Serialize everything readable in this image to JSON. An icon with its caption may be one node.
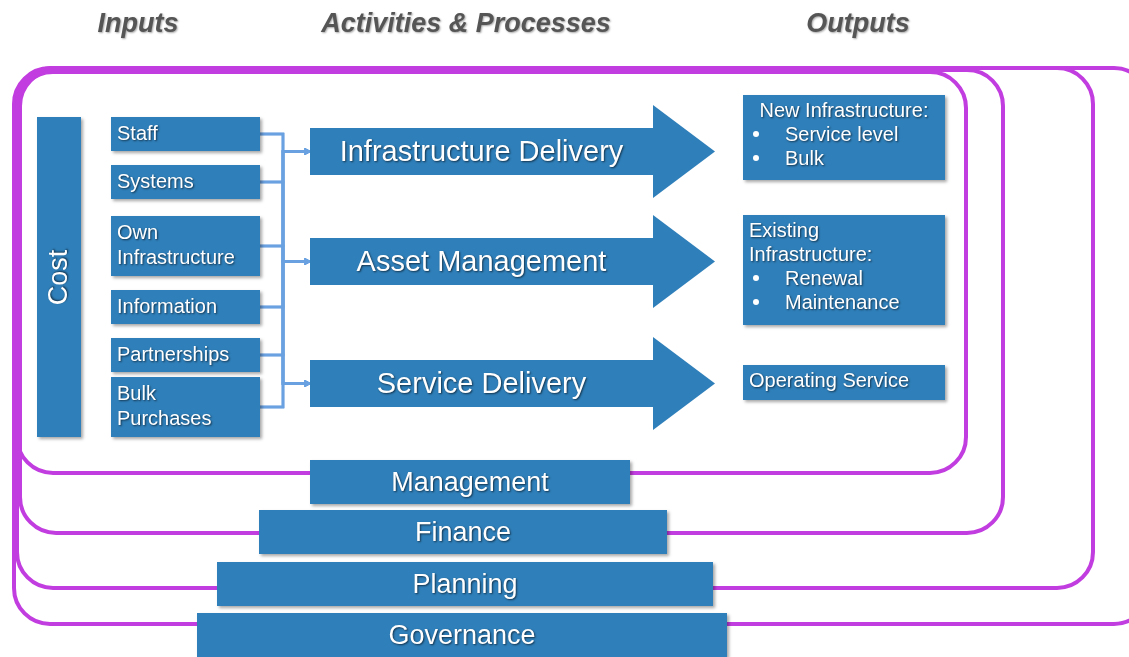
{
  "diagram": {
    "nodes": [
      {
        "text": [
          "Governance"
        ]
      },
      {
        "text": [
          "Planning"
        ],
        "in": 0
      },
      {
        "text": [
          "Finance"
        ],
        "in": 1
      },
      {
        "text": [
          "Management"
        ],
        "in": 2
      },
      {
        "text": [
          "Cost"
        ],
        "in": 3
      },
      {
        "text": [
          "Staff"
        ],
        "in": 3
      },
      {
        "text": [
          "Systems"
        ],
        "in": 3
      },
      {
        "text": [
          "Own Infrastructure"
        ],
        "in": 3
      },
      {
        "text": [
          "Information"
        ],
        "in": 3
      },
      {
        "text": [
          "Partnerships"
        ],
        "in": 3
      },
      {
        "text": [
          "Bulk Purchases"
        ],
        "in": 3
      },
      {
        "text": [
          "Infrastructure Delivery"
        ],
        "in": 3
      },
      {
        "text": [
          "Asset Management"
        ],
        "in": 3
      },
      {
        "text": [
          "Service Delivery"
        ],
        "in": 3
      },
      {
        "text": [
          "New Infrastructure:",
          "Service level",
          "Bulk"
        ],
        "in": 3
      },
      {
        "text": [
          "Existing Infrastructure:",
          "Renewal",
          "Maintenance"
        ],
        "in": 3
      },
      {
        "text": [
          "Operating Service"
        ],
        "in": 3
      }
    ],
    "edges": [
      {
        "from": 5,
        "to": 11,
        "arrow": "to"
      },
      {
        "from": 5,
        "to": 12,
        "arrow": "to"
      },
      {
        "from": 5,
        "to": 13,
        "arrow": "to"
      },
      {
        "from": 6,
        "to": 11,
        "arrow": "to"
      },
      {
        "from": 6,
        "to": 12,
        "arrow": "to"
      },
      {
        "from": 6,
        "to": 13,
        "arrow": "to"
      },
      {
        "from": 7,
        "to": 11,
        "arrow": "to"
      },
      {
        "from": 7,
        "to": 12,
        "arrow": "to"
      },
      {
        "from": 7,
        "to": 13,
        "arrow": "to"
      },
      {
        "from": 8,
        "to": 11,
        "arrow": "to"
      },
      {
        "from": 8,
        "to": 12,
        "arrow": "to"
      },
      {
        "from": 8,
        "to": 13,
        "arrow": "to"
      },
      {
        "from": 9,
        "to": 11,
        "arrow": "to"
      },
      {
        "from": 9,
        "to": 12,
        "arrow": "to"
      },
      {
        "from": 9,
        "to": 13,
        "arrow": "to"
      },
      {
        "from": 10,
        "to": 11,
        "arrow": "to"
      },
      {
        "from": 10,
        "to": 12,
        "arrow": "to"
      },
      {
        "from": 10,
        "to": 13,
        "arrow": "to"
      }
    ],
    "labels": [
      "Inputs",
      "Activities & Processes",
      "Outputs"
    ]
  }
}
